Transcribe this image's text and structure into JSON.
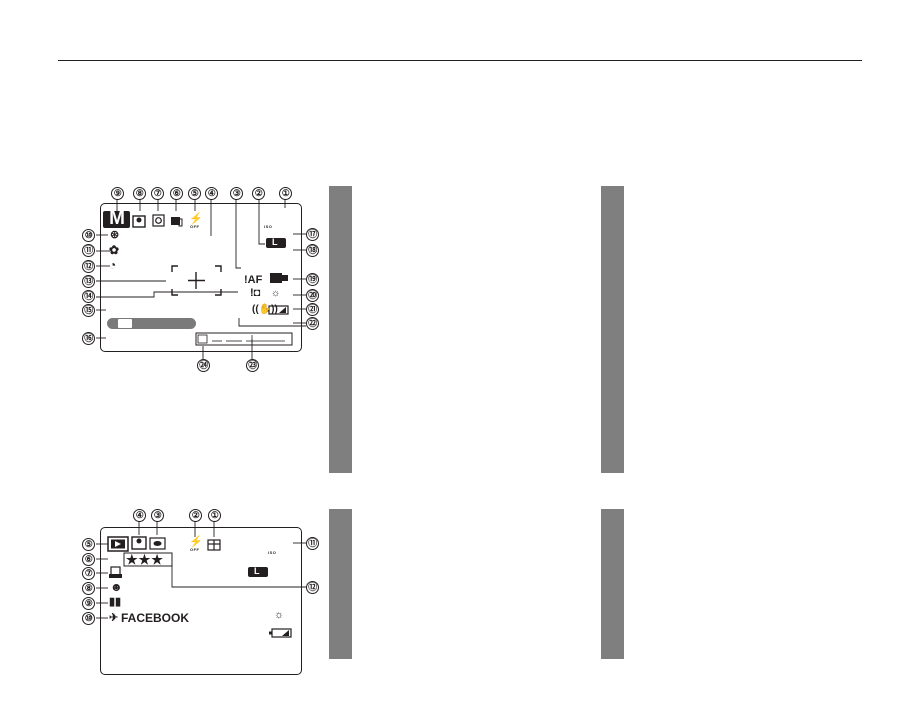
{
  "shooting_display": {
    "callouts": [
      "①",
      "②",
      "③",
      "④",
      "⑤",
      "⑥",
      "⑦",
      "⑧",
      "⑨",
      "⑩",
      "⑪",
      "⑫",
      "⑬",
      "⑭",
      "⑮",
      "⑯",
      "⑰",
      "⑱",
      "⑲",
      "⑳",
      "㉑",
      "㉒",
      "㉓",
      "㉔"
    ],
    "mode_letter": "M",
    "af_warning": "!AF",
    "iso_tiny": "ISO",
    "flash_off": "OFF",
    "image_size": "L"
  },
  "playback_display": {
    "callouts": [
      "①",
      "②",
      "③",
      "④",
      "⑤",
      "⑥",
      "⑦",
      "⑧",
      "⑨",
      "⑩",
      "⑪",
      "⑫"
    ],
    "rating_stars": "★★★",
    "upload_label": "FACEBOOK",
    "iso_tiny": "ISO",
    "flash_off": "OFF",
    "image_size": "L"
  },
  "colors": {
    "panel": "#7f7f7f",
    "ink": "#231f20",
    "ev_bar": "#7a7a7a"
  }
}
